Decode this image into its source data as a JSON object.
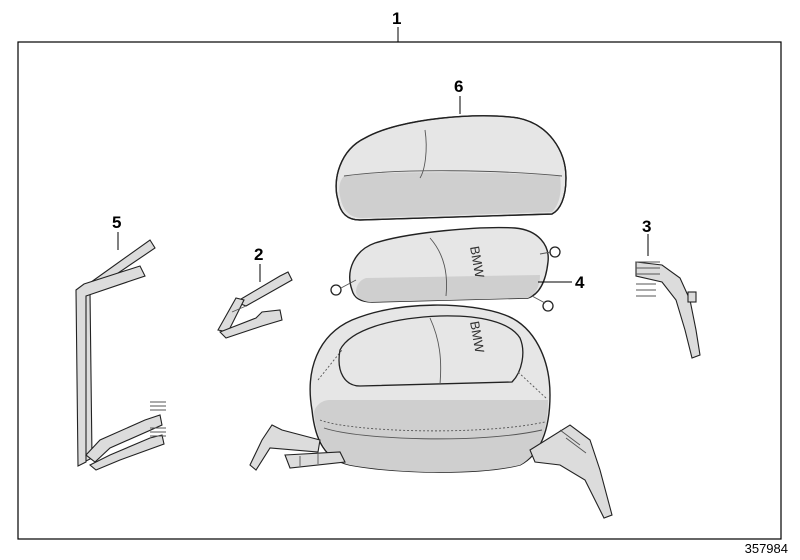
{
  "callouts": {
    "assembly": "1",
    "strap_left": "2",
    "strap_right": "3",
    "inner_bag": "4",
    "frame_strap": "5",
    "rain_cover": "6"
  },
  "brand": {
    "inner_bag": "BMW",
    "tank_bag": "BMW"
  },
  "document_id": "357984"
}
